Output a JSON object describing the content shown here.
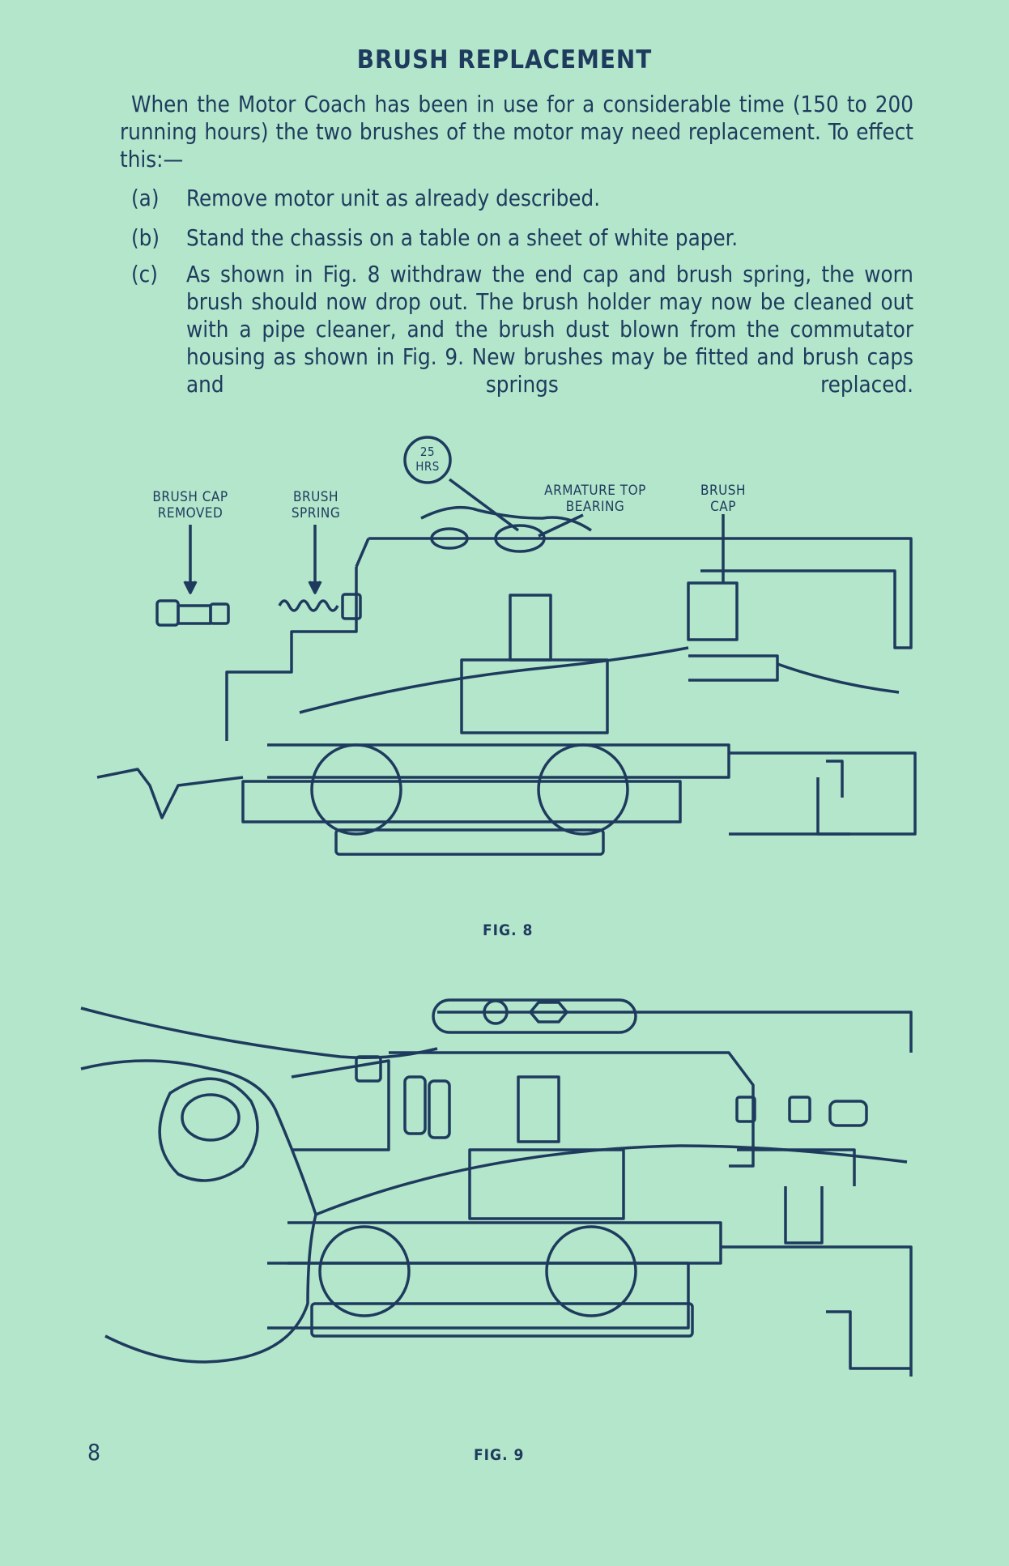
{
  "title": "BRUSH REPLACEMENT",
  "intro": "When the Motor Coach has been in use for a considerable time (150 to 200 running hours) the two brushes of the motor may need replacement. To effect this:—",
  "steps": [
    {
      "label": "(a)",
      "text": "Remove motor unit as already described."
    },
    {
      "label": "(b)",
      "text": "Stand the chassis on a table on a sheet of white paper."
    },
    {
      "label": "(c)",
      "text": "As shown in Fig. 8 withdraw the end cap and brush spring, the worn brush should now drop out. The brush holder may now be cleaned out with a pipe cleaner, and the brush dust blown from the commutator housing as shown in Fig. 9. New brushes may be fitted and brush caps and springs replaced."
    }
  ],
  "fig8": {
    "labels": {
      "brush_cap_removed_1": "BRUSH CAP",
      "brush_cap_removed_2": "REMOVED",
      "brush_spring_1": "BRUSH",
      "brush_spring_2": "SPRING",
      "hours_1": "25",
      "hours_2": "HRS",
      "armature_1": "ARMATURE TOP",
      "armature_2": "BEARING",
      "brush_cap_1": "BRUSH",
      "brush_cap_2": "CAP"
    },
    "caption": "FIG. 8"
  },
  "fig9": {
    "caption": "FIG. 9"
  },
  "page_number": "8",
  "colors": {
    "paper": "#b3e6cb",
    "ink": "#1e3b5e"
  }
}
